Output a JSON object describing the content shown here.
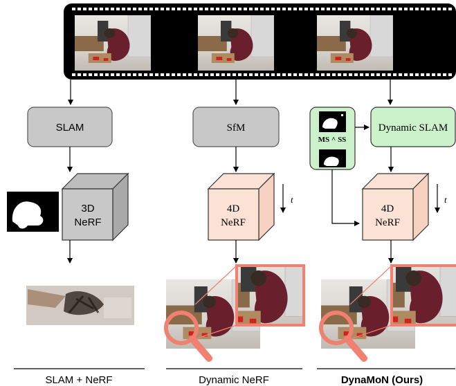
{
  "film_strip": {
    "frames": 3
  },
  "pipelines": [
    {
      "stage1": "SLAM",
      "volume_line1": "3D",
      "volume_line2": "NeRF",
      "caption": "SLAM + NeRF"
    },
    {
      "stage1": "SfM",
      "volume_line1": "4D",
      "volume_line2": "NeRF",
      "time_label": "t",
      "caption": "Dynamic NeRF"
    },
    {
      "stage1": "Dynamic SLAM",
      "mask_label": "MS ^ SS",
      "volume_line1": "4D",
      "volume_line2": "NeRF",
      "time_label": "t",
      "caption": "DynaMoN (Ours)"
    }
  ],
  "colors": {
    "gray_box": "#c8c8c8",
    "peach_box": "#fbe2d5",
    "green_box": "#ccf2cc",
    "zoom_accent": "#f08070",
    "film": "#000000"
  },
  "icons": [
    "magnifier-icon",
    "down-arrow-icon",
    "right-arrow-icon"
  ]
}
